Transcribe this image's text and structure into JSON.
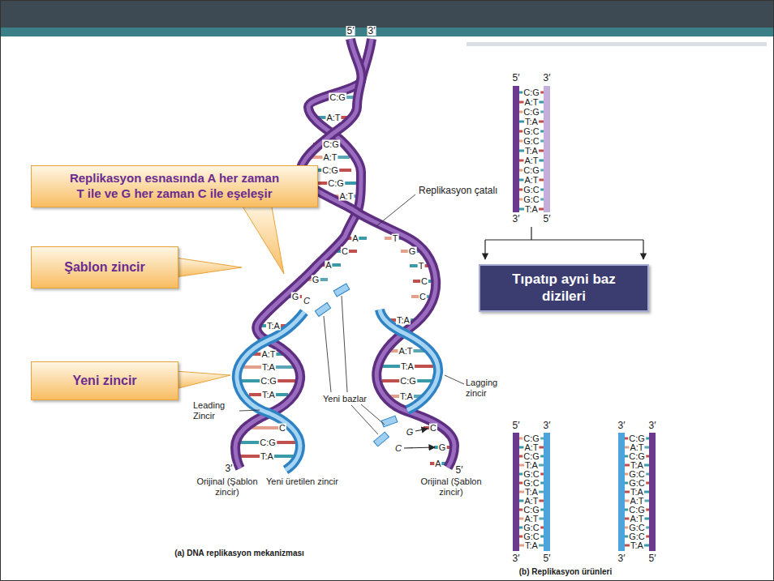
{
  "diagram": {
    "nodes": [
      {
        "text": [
          "Replikasyon esnasında A her zaman T ile ve G her zaman C ile eşeleşir"
        ]
      },
      {
        "text": [
          "Şablon zincir"
        ]
      },
      {
        "text": [
          "Yeni zincir"
        ]
      },
      {
        "text": [
          "Tıpatıp ayni baz dizileri"
        ]
      }
    ],
    "labels": [
      "5′",
      "3′",
      "C:G",
      "A:T",
      "C:G",
      "A:T",
      "C:G",
      "C:G",
      "A:T",
      "Replikasyon çatalı",
      "A",
      "T",
      "C",
      "A",
      "G",
      "G",
      "C",
      "G",
      "T",
      "C",
      "C",
      "T:A",
      "A:T",
      "T:A",
      "C:G",
      "T:A",
      "C",
      "C:G",
      "T:A",
      "3′",
      "Leading Zincir",
      "T:A",
      "A:T",
      "T:A",
      "C:G",
      "T:A",
      "G",
      "C",
      "C",
      "G",
      "A",
      "5′",
      "Lagging zincir",
      "Yeni bazlar",
      "Orijinal (Şablon zincir)",
      "Yeni üretilen zincir",
      "Orijinal (Şablon zincir)",
      "(a) DNA replikasyon mekanizması",
      "(b) Replikasyon ürünleri",
      "5′",
      "3′",
      "C:G",
      "A:T",
      "C:G",
      "T:A",
      "G:C",
      "G:C",
      "T:A",
      "A:T",
      "C:G",
      "A:T",
      "G:C",
      "G:C",
      "T:A",
      "3′",
      "5′",
      "5′",
      "3′",
      "C:G",
      "A:T",
      "C:G",
      "T:A",
      "G:C",
      "G:C",
      "T:A",
      "A:T",
      "C:G",
      "A:T",
      "G:C",
      "G:C",
      "T:A",
      "3′",
      "5′",
      "3′",
      "3′",
      "C:G",
      "A:T",
      "C:G",
      "T:A",
      "G:C",
      "G:C",
      "T:A",
      "A:T",
      "C:G",
      "A:T",
      "G:C",
      "G:C",
      "T:A",
      "3′",
      "5′"
    ]
  }
}
